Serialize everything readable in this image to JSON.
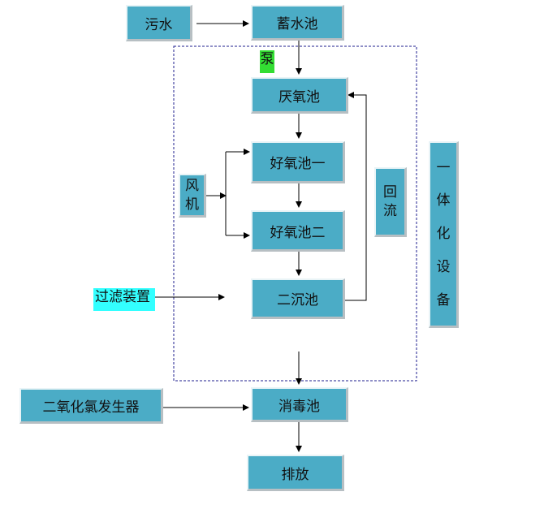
{
  "nodes": {
    "sewage": "污水",
    "storage_tank": "蓄水池",
    "anaerobic_tank": "厌氧池",
    "aerobic_tank_1": "好氧池一",
    "aerobic_tank_2": "好氧池二",
    "secondary_clarifier": "二沉池",
    "disinfection_tank": "消毒池",
    "discharge": "排放",
    "chlorine_dioxide_generator": "二氧化氯发生器"
  },
  "fan": [
    "风",
    "机"
  ],
  "reflux": [
    "回",
    "流"
  ],
  "integrated_equipment": [
    "一",
    "体",
    "化",
    "设",
    "备"
  ],
  "pump_label": "泵",
  "filter_label": "过滤装置",
  "colors": {
    "box_fill": "#4bacc6",
    "pump_highlight": "#33dd33",
    "filter_highlight": "#33ffff",
    "dashed_border": "#1f1f8f"
  }
}
